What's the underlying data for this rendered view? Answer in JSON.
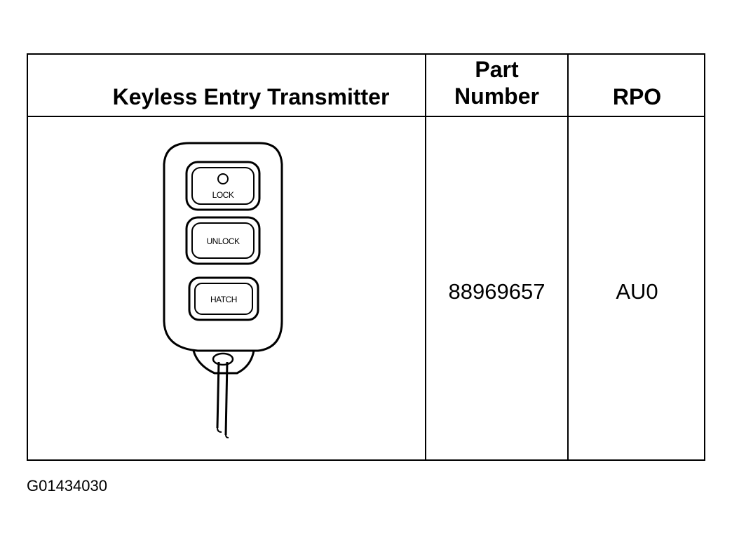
{
  "table": {
    "headers": {
      "name": "Keyless Entry Transmitter",
      "part_line1": "Part",
      "part_line2": "Number",
      "rpo": "RPO"
    },
    "row": {
      "part_number": "88969657",
      "rpo": "AU0"
    }
  },
  "transmitter": {
    "buttons": {
      "lock": "LOCK",
      "unlock": "UNLOCK",
      "hatch": "HATCH"
    }
  },
  "figure_code": "G01434030"
}
